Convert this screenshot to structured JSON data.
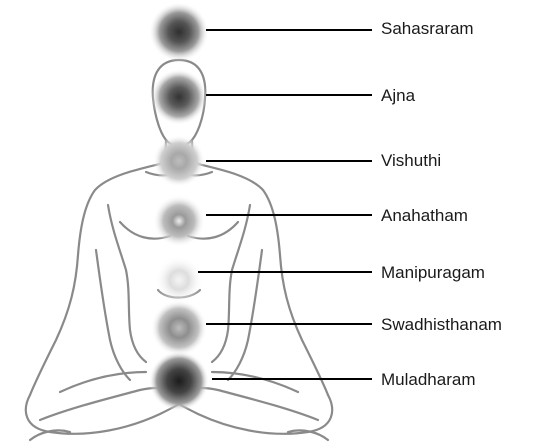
{
  "diagram": {
    "figure": "seated-meditation-outline",
    "chakras": [
      {
        "label": "Sahasraram",
        "glow_color": "#4a4a4a"
      },
      {
        "label": "Ajna",
        "glow_color": "#4f4f4f"
      },
      {
        "label": "Vishuthi",
        "glow_color": "#9a9a9a"
      },
      {
        "label": "Anahatham",
        "glow_color": "#8c8c8c"
      },
      {
        "label": "Manipuragam",
        "glow_color": "#d6d6d6"
      },
      {
        "label": "Swadhisthanam",
        "glow_color": "#8a8a8a"
      },
      {
        "label": "Muladharam",
        "glow_color": "#2e2e2e"
      }
    ],
    "colors": {
      "outline": "#8a8a8a",
      "leader_line": "#000000",
      "text": "#1a1a1a"
    }
  }
}
